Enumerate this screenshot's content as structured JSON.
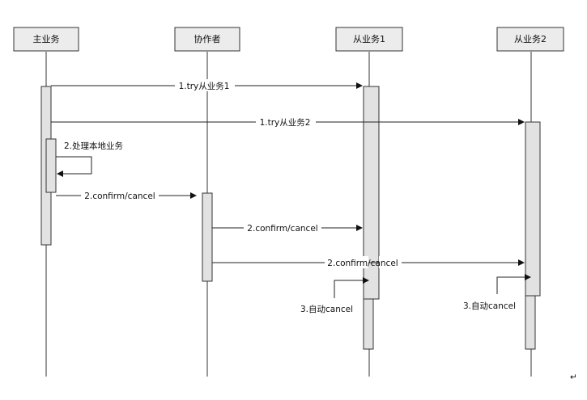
{
  "participants": [
    {
      "id": "main",
      "label": "主业务"
    },
    {
      "id": "coord",
      "label": "协作者"
    },
    {
      "id": "sub1",
      "label": "从业务1"
    },
    {
      "id": "sub2",
      "label": "从业务2"
    }
  ],
  "messages": [
    {
      "id": "try1",
      "label": "1.try从业务1"
    },
    {
      "id": "try2",
      "label": "1.try从业务2"
    },
    {
      "id": "local",
      "label": "2.处理本地业务"
    },
    {
      "id": "cc_main",
      "label": "2.confirm/cancel"
    },
    {
      "id": "cc_sub1",
      "label": "2.confirm/cancel"
    },
    {
      "id": "cc_sub2",
      "label": "2.confirm/cancel"
    },
    {
      "id": "auto1",
      "label": "3.自动cancel"
    },
    {
      "id": "auto2",
      "label": "3.自动cancel"
    }
  ],
  "footer_mark": "↵"
}
